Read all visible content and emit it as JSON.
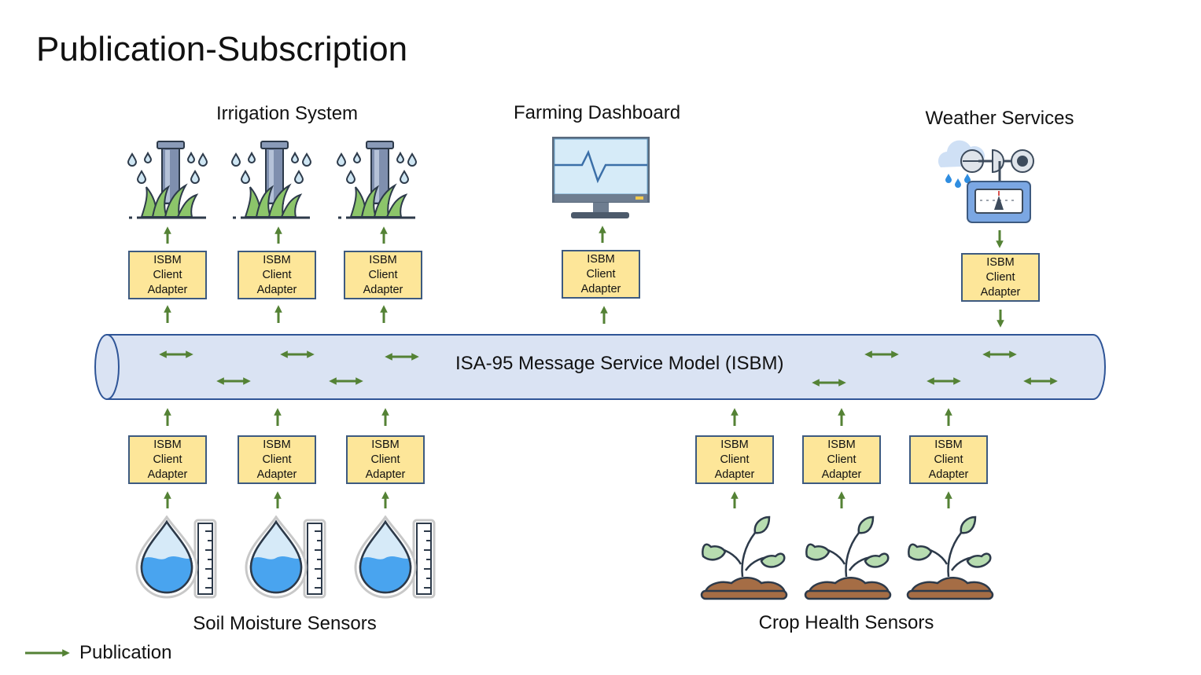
{
  "title": "Publication-Subscription",
  "groups": {
    "irrigation": "Irrigation System",
    "dashboard": "Farming Dashboard",
    "weather": "Weather Services",
    "soil": "Soil Moisture Sensors",
    "crop": "Crop Health Sensors"
  },
  "adapter_label": "ISBM\nClient\nAdapter",
  "bus_label": "ISA-95 Message Service Model (ISBM)",
  "legend": {
    "publication": "Publication"
  },
  "colors": {
    "arrow": "#548235",
    "adapter_fill": "#fde699",
    "adapter_border": "#3d5a80",
    "pipe_fill": "#dae3f3",
    "pipe_stroke": "#2f5597"
  }
}
